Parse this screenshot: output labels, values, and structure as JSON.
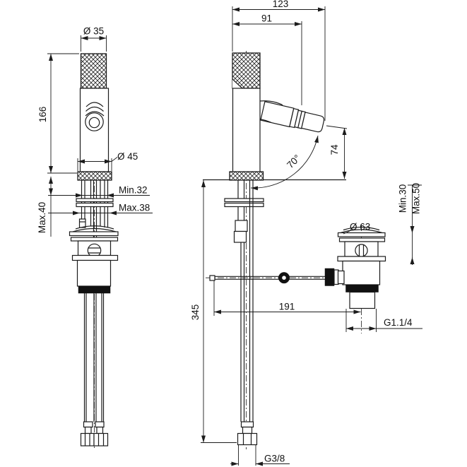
{
  "drawing": {
    "title": "bidet-mixer-technical-drawing",
    "colors": {
      "line": "#1c1c1c",
      "background": "#ffffff"
    },
    "labels": {
      "dia35": "Ø 35",
      "dim166": "166",
      "dia45": "Ø 45",
      "min32": "Min.32",
      "max38": "Max.38",
      "max40": "Max.40",
      "dim123": "123",
      "dim91": "91",
      "angle70": "70°",
      "dim74": "74",
      "min30": "Min.30",
      "max50": "Max.50",
      "dia63": "Ø 63",
      "dim345": "345",
      "dim191": "191",
      "g114": "G1.1/4",
      "g38": "G3/8"
    }
  }
}
